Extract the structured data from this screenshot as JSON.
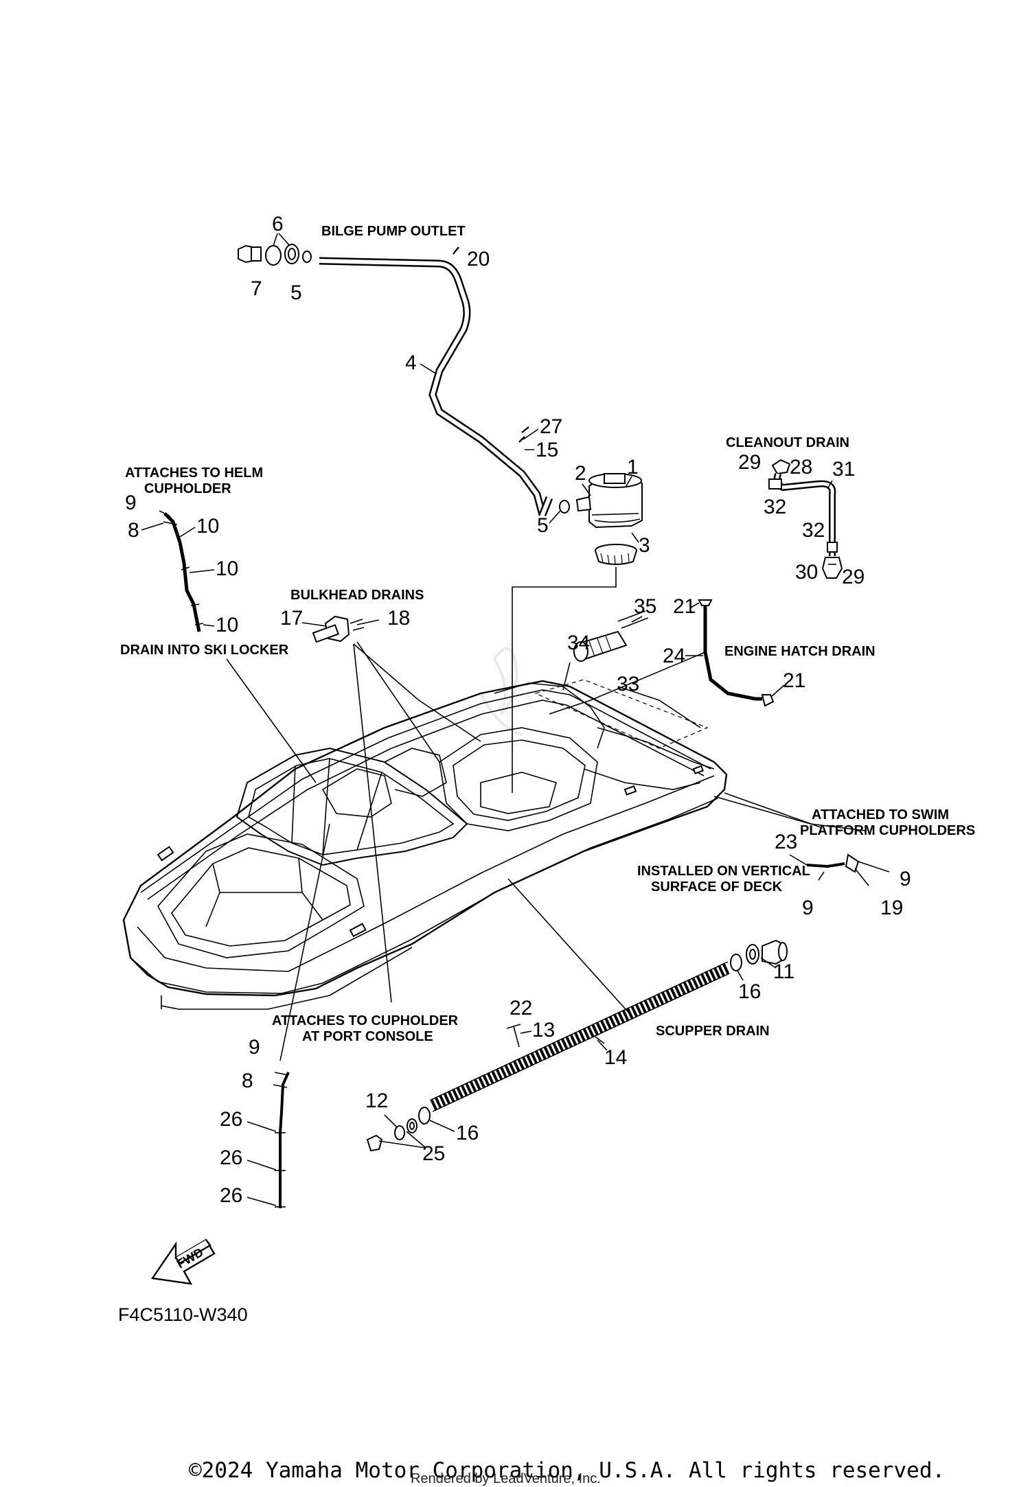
{
  "labels": {
    "bilge_pump_outlet": "BILGE PUMP OUTLET",
    "cleanout_drain": "CLEANOUT DRAIN",
    "attaches_helm_1": "ATTACHES TO HELM",
    "attaches_helm_2": "CUPHOLDER",
    "bulkhead_drains": "BULKHEAD DRAINS",
    "drain_ski_locker": "DRAIN INTO SKI LOCKER",
    "engine_hatch_drain": "ENGINE HATCH DRAIN",
    "attached_swim_1": "ATTACHED TO SWIM",
    "attached_swim_2": "PLATFORM CUPHOLDERS",
    "installed_vertical_1": "INSTALLED ON VERTICAL",
    "installed_vertical_2": "SURFACE OF DECK",
    "attaches_port_1": "ATTACHES TO CUPHOLDER",
    "attaches_port_2": "AT PORT CONSOLE",
    "scupper_drain": "SCUPPER DRAIN",
    "fwd": "FWD"
  },
  "callouts": {
    "n1": "1",
    "n2": "2",
    "n3": "3",
    "n4": "4",
    "n5a": "5",
    "n5b": "5",
    "n6": "6",
    "n7": "7",
    "n8a": "8",
    "n8b": "8",
    "n9a": "9",
    "n9b": "9",
    "n9c": "9",
    "n9d": "9",
    "n10a": "10",
    "n10b": "10",
    "n10c": "10",
    "n11": "11",
    "n12": "12",
    "n13": "13",
    "n14": "14",
    "n15": "15",
    "n16a": "16",
    "n16b": "16",
    "n17": "17",
    "n18": "18",
    "n19": "19",
    "n20": "20",
    "n21a": "21",
    "n21b": "21",
    "n22": "22",
    "n23": "23",
    "n24": "24",
    "n25": "25",
    "n26a": "26",
    "n26b": "26",
    "n26c": "26",
    "n27": "27",
    "n28": "28",
    "n29a": "29",
    "n29b": "29",
    "n30": "30",
    "n31": "31",
    "n32a": "32",
    "n32b": "32",
    "n33": "33",
    "n34": "34",
    "n35": "35"
  },
  "figure_code": "F4C5110-W340",
  "copyright": "©2024 Yamaha Motor Corporation, U.S.A. All rights reserved.",
  "rendered_by": "Rendered by LeadVenture, Inc."
}
